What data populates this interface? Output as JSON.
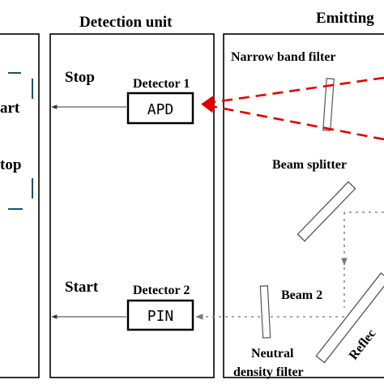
{
  "left_box": {
    "start_fragment": "art",
    "stop_fragment": "top"
  },
  "detection_unit": {
    "title": "Detection unit",
    "stop_label": "Stop",
    "start_label": "Start",
    "detector1": {
      "title": "Detector 1",
      "device": "APD"
    },
    "detector2": {
      "title": "Detector 2",
      "device": "PIN"
    }
  },
  "emitting_unit": {
    "title_fragment": "Emitting",
    "narrow_band_filter": "Narrow band filter",
    "beam_splitter": "Beam splitter",
    "beam2": "Beam 2",
    "neutral_density_filter_line1": "Neutral",
    "neutral_density_filter_line2": "density filter",
    "reflector_fragment": "Reflec"
  },
  "colors": {
    "signal_beam": "#e00000",
    "reference_beam": "#8a8a8a",
    "outline": "#000000"
  }
}
